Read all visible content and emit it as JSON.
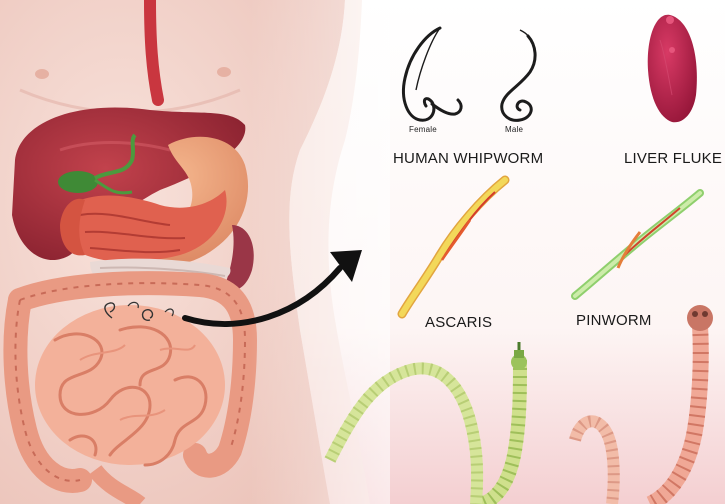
{
  "parasites": {
    "whipworm": {
      "name": "HUMAN WHIPWORM",
      "female": "Female",
      "male": "Male"
    },
    "liver_fluke": {
      "name": "LIVER FLUKE"
    },
    "ascaris": {
      "name": "ASCARIS"
    },
    "pinworm": {
      "name": "PINWORM"
    }
  },
  "colors": {
    "skin": "#f3d6cf",
    "liver": "#a8303a",
    "intestine": "#f0a88c",
    "stomach": "#e96b55",
    "fluke": "#b51e48",
    "ascaris": "#f2d24a",
    "pinworm": "#b6dd84",
    "tapeworm_green": "#c9dc86",
    "tapeworm_red": "#e98a78"
  }
}
